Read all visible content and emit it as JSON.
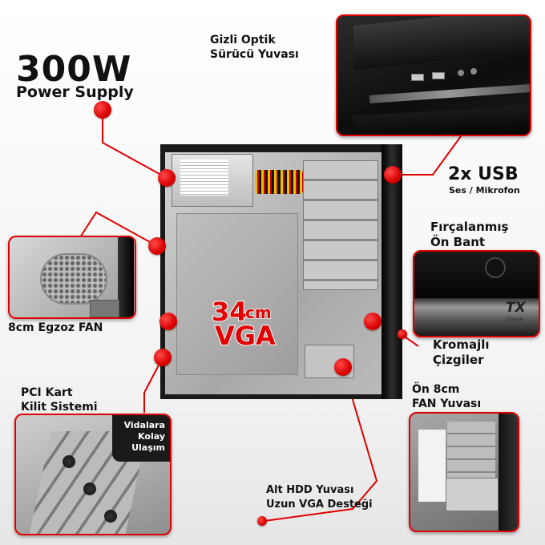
{
  "title": {
    "main": "300W",
    "sub": "Power Supply"
  },
  "labels": {
    "optik": [
      "Gizli Optik",
      "Sürücü Yuvası"
    ],
    "usb_main": "2x USB",
    "usb_sub": "Ses / Mikrofon",
    "bant": [
      "Fırçalanmış",
      "Ön Bant"
    ],
    "fan_rear": "8cm Egzoz FAN",
    "vga_num": "34",
    "vga_unit": "cm",
    "vga_word": "VGA",
    "krom": [
      "Kromajlı",
      "Çizgiler"
    ],
    "pci": [
      "PCI Kart",
      "Kilit Sistemi"
    ],
    "vida": [
      "Vidalara",
      "Kolay",
      "Ulaşım"
    ],
    "fan_front": [
      "Ön 8cm",
      "FAN Yuvası"
    ],
    "hdd": [
      "Alt HDD Yuvası",
      "Uzun VGA Desteği"
    ]
  },
  "brand": {
    "logo": "TX",
    "logo_sub": "Game"
  },
  "colors": {
    "accent": "#e00000",
    "dark": "#111111"
  }
}
